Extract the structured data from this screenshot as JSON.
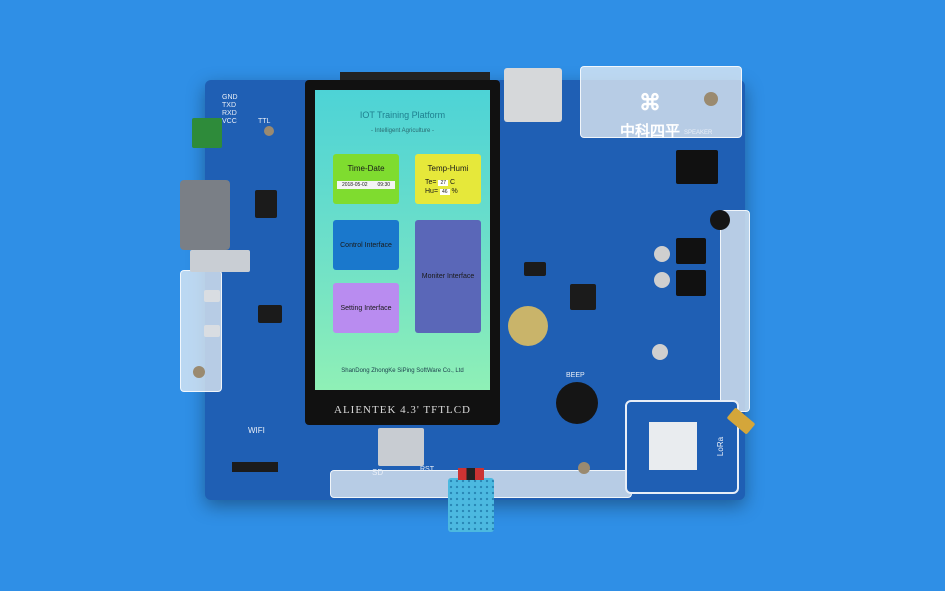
{
  "photo": {
    "background_color": "#2f8fe6",
    "board_color": "#1f5fb4",
    "board_brand": "中科四平"
  },
  "screen": {
    "title": "IOT Training Platform",
    "subtitle": "- Intelligent Agriculture -",
    "tiles": {
      "time_date": {
        "title": "Time-Date",
        "date": "2018-05-02",
        "time": "09:30",
        "color": "#7fdc2f"
      },
      "temp_humi": {
        "title": "Temp-Humi",
        "temp_label": "Te=",
        "temp_value": "27",
        "temp_unit": "C",
        "humi_label": "Hu=",
        "humi_value": "46",
        "humi_unit": "%",
        "color": "#e6e83a"
      },
      "control": {
        "label": "Control Interface",
        "color": "#1a78cc"
      },
      "setting": {
        "label": "Setting Interface",
        "color": "#b98cf0"
      },
      "moniter": {
        "label": "Moniter Interface",
        "color": "#5a67b8"
      }
    },
    "footer": "ShanDong ZhongKe SiPing SoftWare Co., Ltd"
  },
  "silkscreen": {
    "lcd_label": "ALIENTEK 4.3' TFTLCD",
    "wifi": "WIFI",
    "beep": "BEEP",
    "sd": "SD",
    "rst": "RST",
    "lora": "LoRa",
    "uart_pins": [
      "GND",
      "TXD",
      "RXD",
      "VCC"
    ],
    "ttl": "TTL",
    "speaker": "SPEAKER"
  }
}
